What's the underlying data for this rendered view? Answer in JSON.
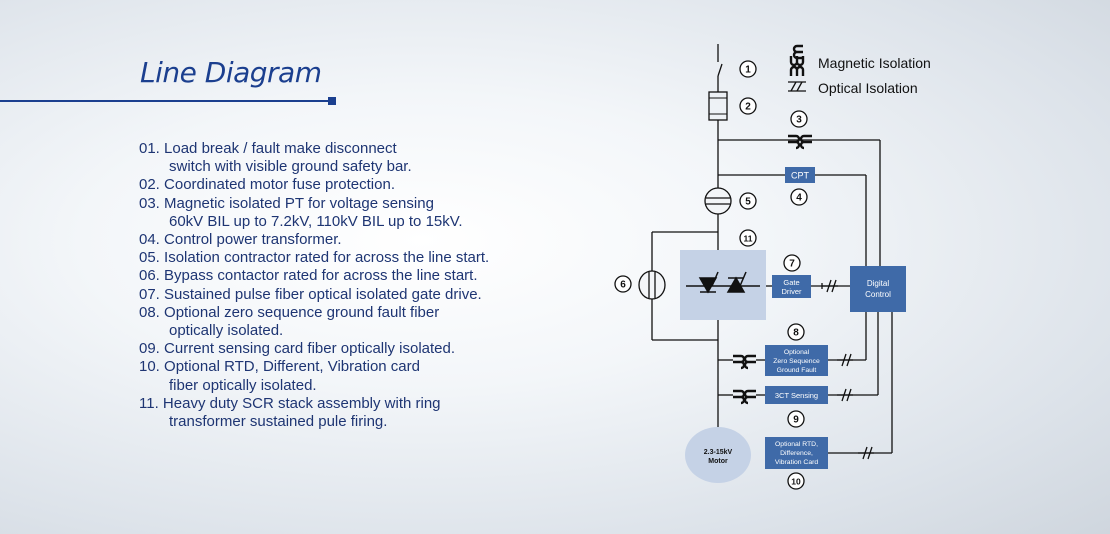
{
  "title": "Line Diagram",
  "items": [
    {
      "num": "01.",
      "line1": "Load break / fault make disconnect",
      "line2": "switch with visible ground safety bar."
    },
    {
      "num": "02.",
      "line1": "Coordinated motor fuse protection.",
      "line2": ""
    },
    {
      "num": "03.",
      "line1": "Magnetic isolated PT for voltage sensing",
      "line2": "60kV BIL up to 7.2kV, 110kV BIL up to 15kV."
    },
    {
      "num": "04.",
      "line1": "Control power transformer.",
      "line2": ""
    },
    {
      "num": "05.",
      "line1": "Isolation contractor rated for across the line start.",
      "line2": ""
    },
    {
      "num": "06.",
      "line1": "Bypass contactor rated for across the line start.",
      "line2": ""
    },
    {
      "num": "07.",
      "line1": "Sustained pulse fiber optical isolated gate drive.",
      "line2": ""
    },
    {
      "num": "08.",
      "line1": "Optional zero sequence ground fault fiber",
      "line2": "optically isolated."
    },
    {
      "num": "09.",
      "line1": "Current sensing card fiber optically isolated.",
      "line2": ""
    },
    {
      "num": "10.",
      "line1": "Optional RTD, Different, Vibration card",
      "line2": "fiber optically isolated."
    },
    {
      "num": "11.",
      "line1": "Heavy duty SCR stack assembly with ring",
      "line2": "transformer sustained pule firing."
    }
  ],
  "legend": {
    "magnetic": "Magnetic Isolation",
    "optical": "Optical Isolation"
  },
  "diagram": {
    "markers": [
      "1",
      "2",
      "3",
      "4",
      "5",
      "6",
      "7",
      "8",
      "9",
      "10",
      "11"
    ],
    "cpt": "CPT",
    "gate_driver": [
      "Gate",
      "Driver"
    ],
    "digital_control": [
      "Digital",
      "Control"
    ],
    "zero_seq": [
      "Optional",
      "Zero Sequence",
      "Ground Fault"
    ],
    "sensing": "3CT Sensing",
    "rtd": [
      "Optional RTD,",
      "Difference,",
      "Vibration Card"
    ],
    "motor": [
      "2.3-15kV",
      "Motor"
    ]
  },
  "colors": {
    "title": "#1b3f8f",
    "text": "#1e3573",
    "box": "#3f6aa8",
    "wire": "#111111"
  }
}
